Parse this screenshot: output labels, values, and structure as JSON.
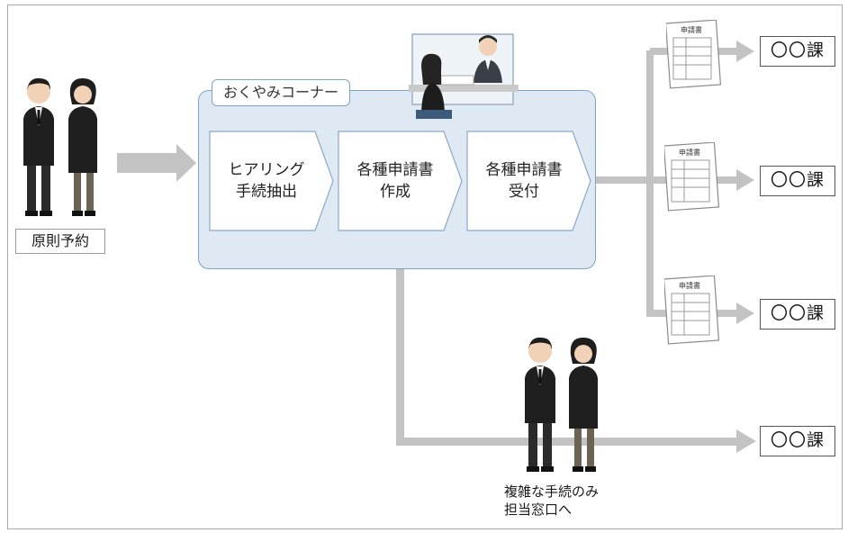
{
  "visitors_label": "原則予約",
  "corner_title": "おくやみコーナー",
  "steps": [
    {
      "label": "ヒアリング\n手続抽出"
    },
    {
      "label": "各種申請書\n作成"
    },
    {
      "label": "各種申請書\n受付"
    }
  ],
  "departments": [
    {
      "label": "〇〇課"
    },
    {
      "label": "〇〇課"
    },
    {
      "label": "〇〇課"
    },
    {
      "label": "〇〇課"
    }
  ],
  "form_caption": "申請書",
  "complex_note": "複雑な手続のみ\n担当窓口へ",
  "colors": {
    "corner_bg": "#dfe9f4",
    "corner_border": "#7ca3c8",
    "arrow": "#c3c3c3",
    "suit": "#1f1f1f"
  }
}
